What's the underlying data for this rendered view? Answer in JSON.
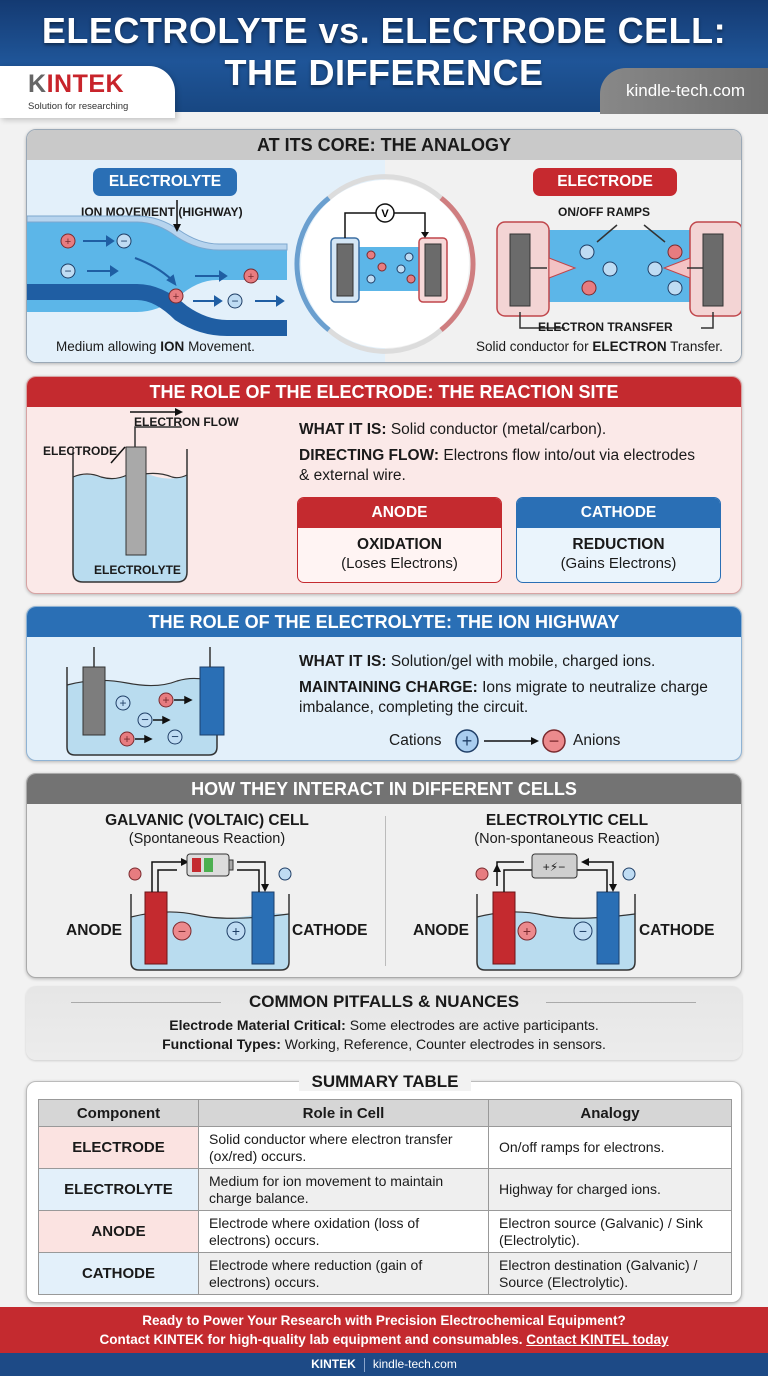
{
  "header": {
    "title_line1": "ELECTROLYTE vs. ELECTRODE CELL:",
    "title_line2": "THE DIFFERENCE",
    "brand": "KINTEK",
    "brand_k": "K",
    "brand_rest": "INTEK",
    "tagline": "Solution for researching",
    "url": "kindle-tech.com"
  },
  "analogy": {
    "title": "AT ITS CORE: THE ANALOGY",
    "electrolyte": {
      "pill": "ELECTROLYTE",
      "label": "ION MOVEMENT (HIGHWAY)",
      "caption_pre": "Medium allowing ",
      "caption_bold": "ION",
      "caption_post": " Movement."
    },
    "center": {
      "meter_symbol": "V"
    },
    "electrode": {
      "pill": "ELECTRODE",
      "label": "ON/OFF RAMPS",
      "transfer_label": "ELECTRON TRANSFER",
      "caption_pre": "Solid conductor for ",
      "caption_bold": "ELECTRON",
      "caption_post": " Transfer."
    }
  },
  "electrode_role": {
    "title": "THE ROLE OF THE ELECTRODE: THE REACTION SITE",
    "diagram": {
      "flow_label": "ELECTRON FLOW",
      "electrode_label": "ELECTRODE",
      "electrolyte_label": "ELECTROLYTE"
    },
    "what_label": "WHAT IT IS:",
    "what_text": " Solid conductor (metal/carbon).",
    "flow_label": "DIRECTING FLOW:",
    "flow_text": " Electrons flow into/out via electrodes & external wire.",
    "anode": {
      "head": "ANODE",
      "main": "OXIDATION",
      "sub": "(Loses Electrons)"
    },
    "cathode": {
      "head": "CATHODE",
      "main": "REDUCTION",
      "sub": "(Gains Electrons)"
    },
    "colors": {
      "anode": "#c42a2f",
      "cathode": "#2a6fb5"
    }
  },
  "electrolyte_role": {
    "title": "THE ROLE OF THE ELECTROLYTE: THE ION HIGHWAY",
    "what_label": "WHAT IT IS:",
    "what_text": " Solution/gel with mobile, charged ions.",
    "charge_label": "MAINTAINING CHARGE:",
    "charge_text": " Ions migrate to neutralize charge imbalance, completing the circuit.",
    "cations": "Cations",
    "anions": "Anions"
  },
  "cells": {
    "title": "HOW THEY INTERACT IN DIFFERENT CELLS",
    "galvanic": {
      "title": "GALVANIC (VOLTAIC) CELL",
      "sub": "(Spontaneous Reaction)",
      "anode": "ANODE",
      "cathode": "CATHODE"
    },
    "electrolytic": {
      "title": "ELECTROLYTIC CELL",
      "sub": "(Non-spontaneous Reaction)",
      "anode": "ANODE",
      "cathode": "CATHODE",
      "source_label": "+⚡−"
    }
  },
  "pitfalls": {
    "title": "COMMON PITFALLS & NUANCES",
    "items": [
      {
        "label": "Electrode Material Critical:",
        "text": " Some electrodes are active participants."
      },
      {
        "label": "Functional Types:",
        "text": " Working, Reference, Counter electrodes in sensors."
      }
    ]
  },
  "summary": {
    "title": "SUMMARY TABLE",
    "headers": [
      "Component",
      "Role in Cell",
      "Analogy"
    ],
    "rows": [
      {
        "component": "ELECTRODE",
        "role": "Solid conductor where electron transfer (ox/red) occurs.",
        "analogy": "On/off ramps for electrons."
      },
      {
        "component": "ELECTROLYTE",
        "role": "Medium for ion movement to maintain charge balance.",
        "analogy": "Highway for charged ions."
      },
      {
        "component": "ANODE",
        "role": "Electrode where oxidation (loss of electrons) occurs.",
        "analogy": "Electron source (Galvanic) / Sink (Electrolytic)."
      },
      {
        "component": "CATHODE",
        "role": "Electrode where reduction (gain of electrons) occurs.",
        "analogy": "Electron destination (Galvanic) / Source (Electrolytic)."
      }
    ]
  },
  "footer": {
    "cta_line1": "Ready to Power Your Research with Precision Electrochemical Equipment?",
    "cta_line2": "Contact KINTEK for high-quality lab equipment and consumables. ",
    "cta_link": "Contact KINTEL today",
    "brand": "KINTEK",
    "url": "kindle-tech.com"
  }
}
